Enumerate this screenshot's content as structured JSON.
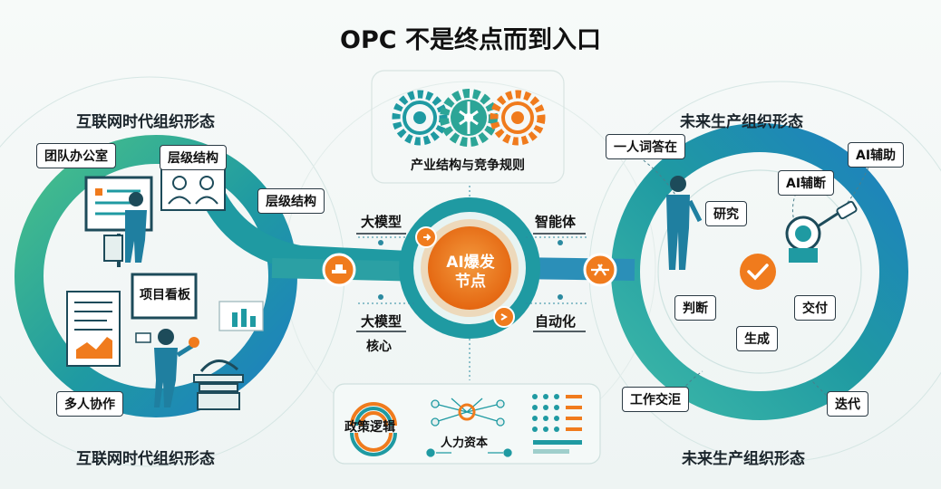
{
  "title": "OPC 不是终点而到入口",
  "left": {
    "title_top": "互联网时代组织形态",
    "title_bottom": "互联网时代组织形态",
    "tags": {
      "office": "团队办公室",
      "hierarchy1": "层级结构",
      "hierarchy2": "层级结构",
      "kanban": "项目看板",
      "collab": "多人协作"
    }
  },
  "center": {
    "gear_caption": "产业结构与竞争规则",
    "hub": "AI爆发\n节点",
    "flows": {
      "top_left": "大模型",
      "top_right": "智能体",
      "bottom_left_line1": "大模型",
      "bottom_left_line2": "核心",
      "bottom_right": "自动化"
    },
    "bottom_panel": {
      "policy": "政策逻辑",
      "human_capital": "人力资本"
    }
  },
  "right": {
    "title_top": "未来生产组织形态",
    "title_bottom": "未来生产组织形态",
    "tags": {
      "person_job": "一人词答在",
      "ai_assist": "AI辅助",
      "ai_judge": "AI辅断",
      "research": "研究",
      "judge": "判断",
      "deliver": "交付",
      "generate": "生成",
      "work_delivery": "工作交洰",
      "iterate": "迭代"
    }
  },
  "colors": {
    "teal": "#1f9aa2",
    "green": "#3dbb8c",
    "blue": "#1e7fc0",
    "orange": "#f07b1d",
    "dark": "#1d4b5a"
  }
}
